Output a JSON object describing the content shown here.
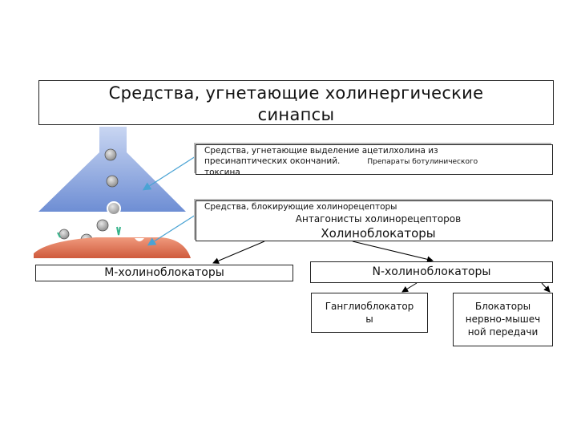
{
  "title": {
    "line1": "Средства, угнетающие холинергические",
    "line2": "синапсы"
  },
  "box_presynaptic": {
    "text1": "Средства, угнетающие выделение ацетилхолина из",
    "text2": "пресинаптических окончаний.",
    "drug": "Препараты ботулинического",
    "text3": "токсина"
  },
  "box_receptors": {
    "text1": "Средства, блокирующие холинорецепторы",
    "antagonists": "Антагонисты холинорецепторов",
    "blockers": "Холиноблокаторы"
  },
  "m_blockers": "М-холиноблокаторы",
  "n_blockers": "N-холиноблокаторы",
  "ganglion": {
    "line1": "Ганглиоблокатор",
    "line2": "ы"
  },
  "neuromuscular": {
    "line1": "Блокаторы",
    "line2": "нервно-мышеч",
    "line3": "ной передачи"
  },
  "colors": {
    "terminal_top": "#b8c8ec",
    "terminal_bottom": "#6f8fd6",
    "membrane": "#e07f62",
    "arrow": "#4aa3d4",
    "line": "#000000"
  }
}
